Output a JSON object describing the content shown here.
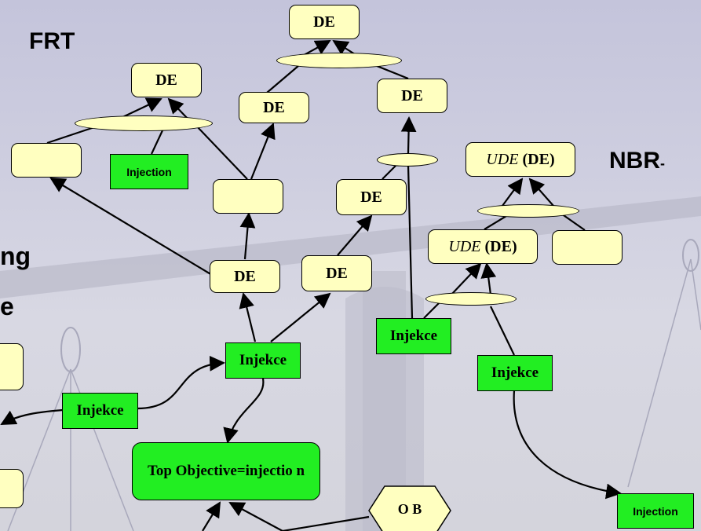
{
  "labels": {
    "frt": "FRT",
    "nbr": "NBR",
    "nbr_dash": "-",
    "cut_ng": "ng",
    "cut_e": "e"
  },
  "nodes": {
    "de_top": "DE",
    "de_left_top": "DE",
    "de_mid": "DE",
    "de_right": "DE",
    "de_right_mid": "DE",
    "de_center_low": "DE",
    "de_center_low2": "DE",
    "blank_left": "",
    "blank_center": "",
    "blank_right": "",
    "ude_top": "UDE",
    "ude_top_suffix": " (DE)",
    "ude_mid": "UDE",
    "ude_mid_suffix": " (DE)",
    "injection_small_top": "Injection",
    "injection_small_bottom": "Injection",
    "injekce_center": "Injekce",
    "injekce_left": "Injekce",
    "injekce_right_left": "Injekce",
    "injekce_right": "Injekce",
    "top_objective": "Top Objective=injectio n",
    "obstacle": "O B"
  },
  "colors": {
    "yellow": "#ffffc0",
    "green": "#22ee22",
    "line": "#000000"
  }
}
